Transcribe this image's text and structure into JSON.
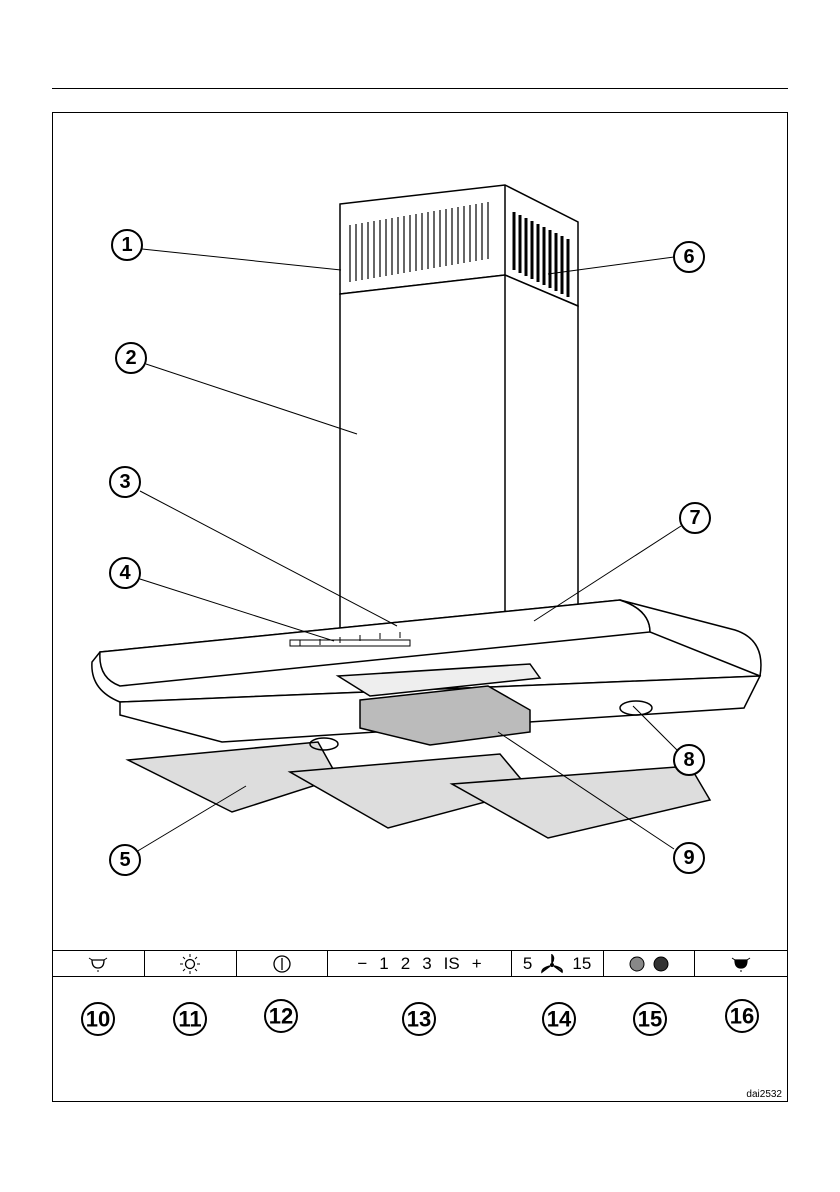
{
  "callouts": [
    "1",
    "2",
    "3",
    "4",
    "5",
    "6",
    "7",
    "8",
    "9",
    "10",
    "11",
    "12",
    "13",
    "14",
    "15",
    "16"
  ],
  "control_panel": {
    "icons": [
      "lower-light-icon",
      "light-icon",
      "power-icon",
      "fan-speed-sequence",
      "timer-fan-icon",
      "filter-saturation-icon",
      "upper-light-icon"
    ],
    "sequence": [
      "−",
      "1",
      "2",
      "3",
      "IS",
      "+"
    ],
    "timer": {
      "left": "5",
      "right": "15"
    },
    "fan_glyph": "☘"
  },
  "drawing_code": "dai2532"
}
